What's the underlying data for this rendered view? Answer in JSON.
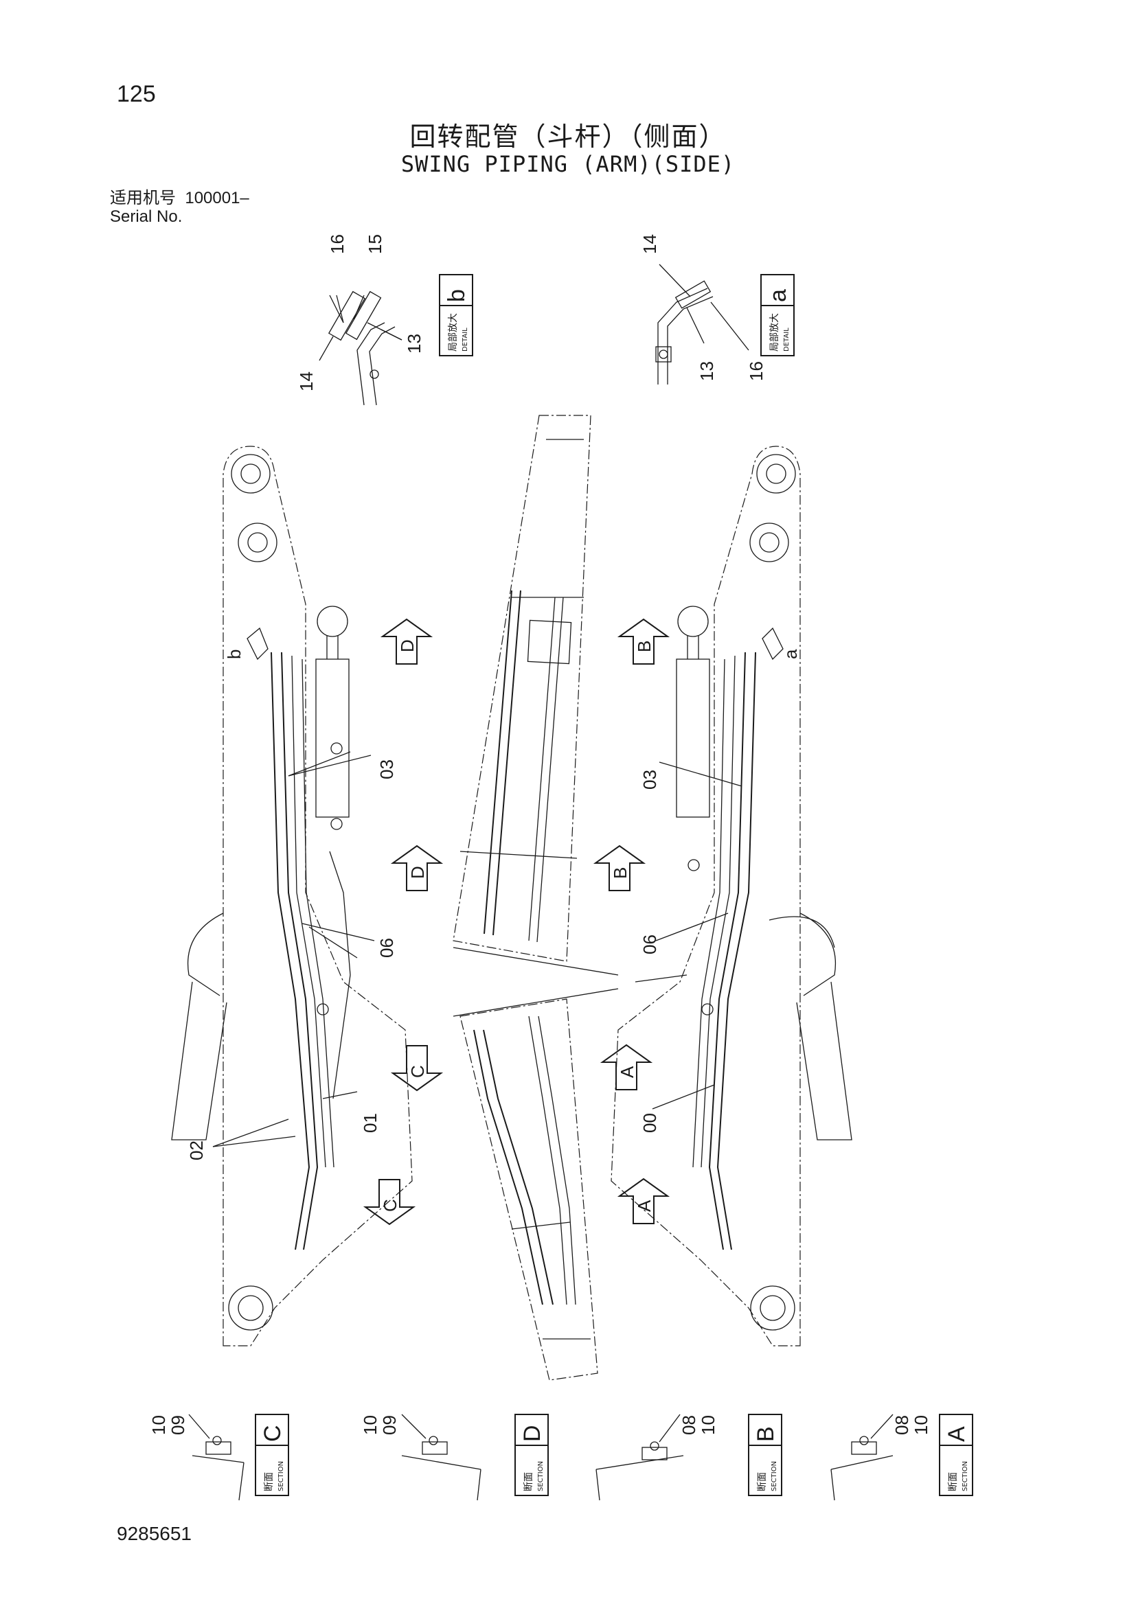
{
  "header": {
    "page_number": "125",
    "title_cn": "回转配管（斗杆）（侧面）",
    "title_en": "SWING PIPING (ARM)(SIDE)",
    "serial_label_cn": "适用机号",
    "serial_value": "100001–",
    "serial_label_en": "Serial No."
  },
  "details": [
    {
      "letter": "b",
      "cn": "局部放大",
      "en": "DETAIL",
      "parts": [
        "16",
        "15",
        "13",
        "14"
      ]
    },
    {
      "letter": "a",
      "cn": "局部放大",
      "en": "DETAIL",
      "parts": [
        "14",
        "13",
        "16"
      ]
    }
  ],
  "main": {
    "left_markers": [
      "b"
    ],
    "right_markers": [
      "a"
    ],
    "left_parts": [
      "03",
      "06",
      "01",
      "02"
    ],
    "right_parts": [
      "03",
      "06",
      "00"
    ],
    "section_arrows": [
      "D",
      "D",
      "C",
      "C",
      "B",
      "B",
      "A",
      "A"
    ]
  },
  "sections": [
    {
      "letter": "C",
      "cn": "断面",
      "en": "SECTION",
      "parts": [
        "10",
        "09"
      ]
    },
    {
      "letter": "D",
      "cn": "断面",
      "en": "SECTION",
      "parts": [
        "10",
        "09"
      ]
    },
    {
      "letter": "B",
      "cn": "断面",
      "en": "SECTION",
      "parts": [
        "08",
        "10"
      ]
    },
    {
      "letter": "A",
      "cn": "断面",
      "en": "SECTION",
      "parts": [
        "08",
        "10"
      ]
    }
  ],
  "footer": {
    "doc_number": "9285651"
  }
}
